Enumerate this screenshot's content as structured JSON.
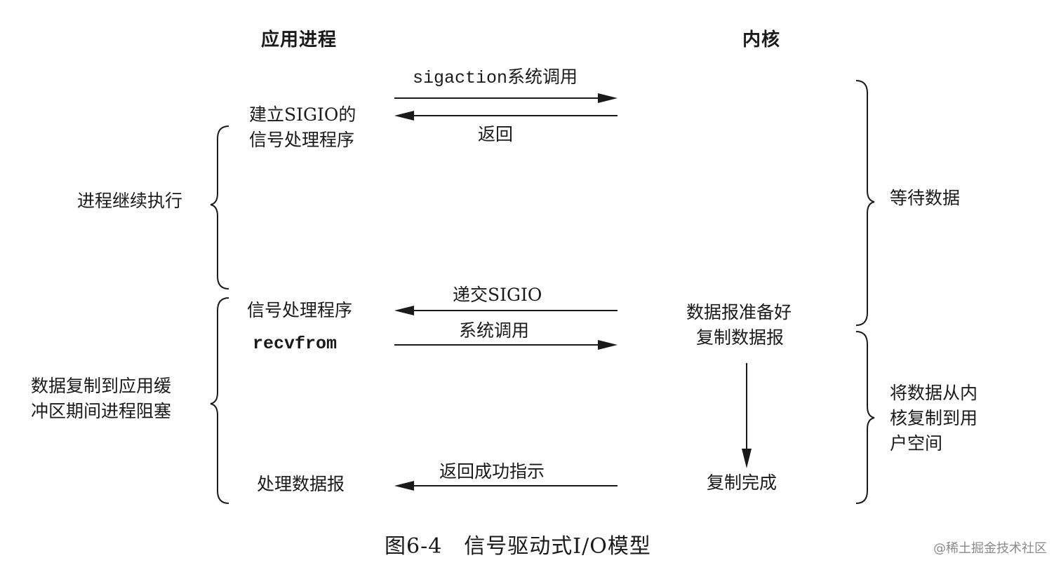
{
  "columns": {
    "app": "应用进程",
    "kernel": "内核"
  },
  "messages": [
    {
      "label": "sigaction系统调用",
      "direction": "to-kernel"
    },
    {
      "label": "返回",
      "direction": "to-app"
    },
    {
      "label": "递交SIGIO",
      "direction": "to-app"
    },
    {
      "label": "系统调用",
      "direction": "to-kernel"
    },
    {
      "label": "返回成功指示",
      "direction": "to-app"
    }
  ],
  "app_steps": {
    "setup": "建立SIGIO的\n信号处理程序",
    "handler": "信号处理程序",
    "recvfrom": "recvfrom",
    "process": "处理数据报"
  },
  "kernel_steps": {
    "ready": "数据报准备好",
    "copy": "复制数据报",
    "done": "复制完成"
  },
  "left_phases": {
    "continue": "进程继续执行",
    "blocked": "数据复制到应用缓\n冲区期间进程阻塞"
  },
  "right_phases": {
    "wait": "等待数据",
    "copy_to_user": "将数据从内\n核复制到用\n户空间"
  },
  "caption": "图6-4　信号驱动式I/O模型",
  "watermark": "@稀土掘金技术社区"
}
